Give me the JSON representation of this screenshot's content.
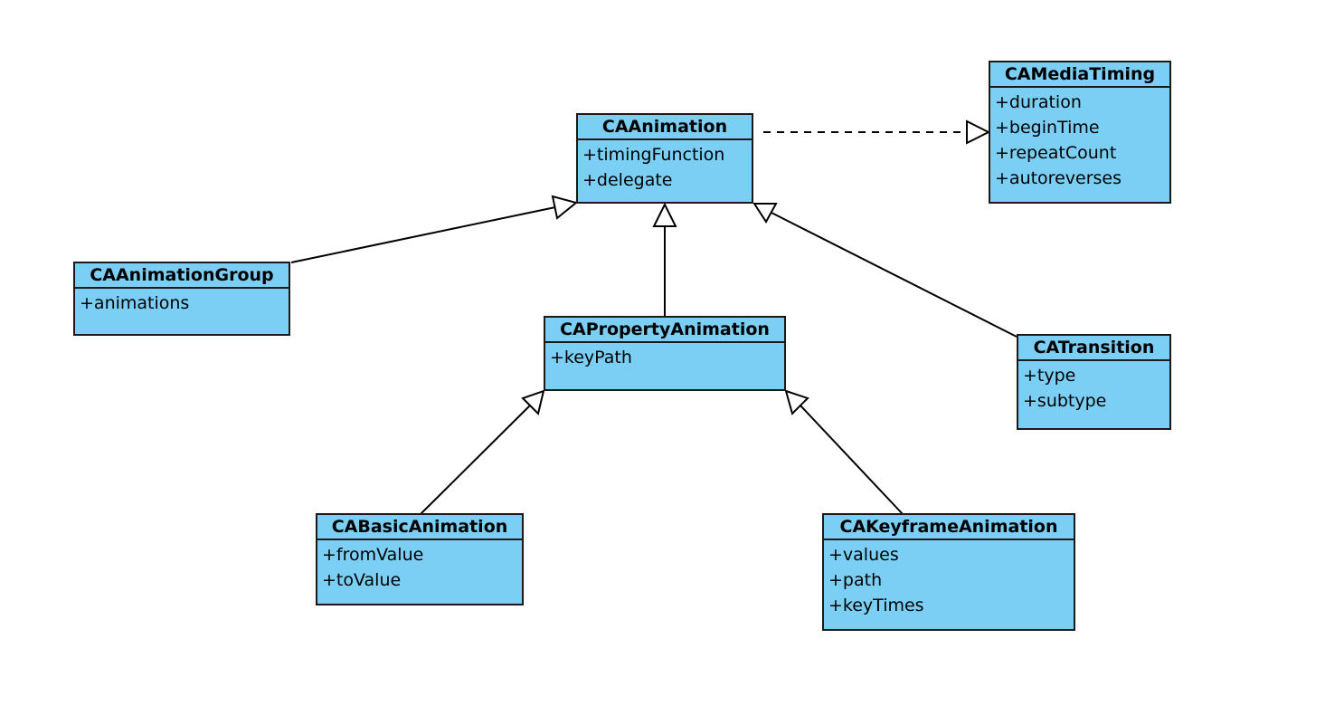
{
  "colors": {
    "class_fill": "#7bcff5",
    "border": "#1a1a1a",
    "background": "#ffffff"
  },
  "classes": {
    "caanimation": {
      "name": "CAAnimation",
      "attributes": [
        "+timingFunction",
        "+delegate"
      ]
    },
    "camediatiming": {
      "name": "CAMediaTiming",
      "attributes": [
        "+duration",
        "+beginTime",
        "+repeatCount",
        "+autoreverses"
      ]
    },
    "caanimationgroup": {
      "name": "CAAnimationGroup",
      "attributes": [
        "+animations"
      ]
    },
    "capropertyanimation": {
      "name": "CAPropertyAnimation",
      "attributes": [
        "+keyPath"
      ]
    },
    "catransition": {
      "name": "CATransition",
      "attributes": [
        "+type",
        "+subtype"
      ]
    },
    "cabasicanimation": {
      "name": "CABasicAnimation",
      "attributes": [
        "+fromValue",
        "+toValue"
      ]
    },
    "cakeyframeanimation": {
      "name": "CAKeyframeAnimation",
      "attributes": [
        "+values",
        "+path",
        "+keyTimes"
      ]
    }
  },
  "relationships": [
    {
      "from": "CAAnimation",
      "to": "CAMediaTiming",
      "kind": "realization"
    },
    {
      "from": "CAAnimationGroup",
      "to": "CAAnimation",
      "kind": "generalization"
    },
    {
      "from": "CAPropertyAnimation",
      "to": "CAAnimation",
      "kind": "generalization"
    },
    {
      "from": "CATransition",
      "to": "CAAnimation",
      "kind": "generalization"
    },
    {
      "from": "CABasicAnimation",
      "to": "CAPropertyAnimation",
      "kind": "generalization"
    },
    {
      "from": "CAKeyframeAnimation",
      "to": "CAPropertyAnimation",
      "kind": "generalization"
    }
  ]
}
